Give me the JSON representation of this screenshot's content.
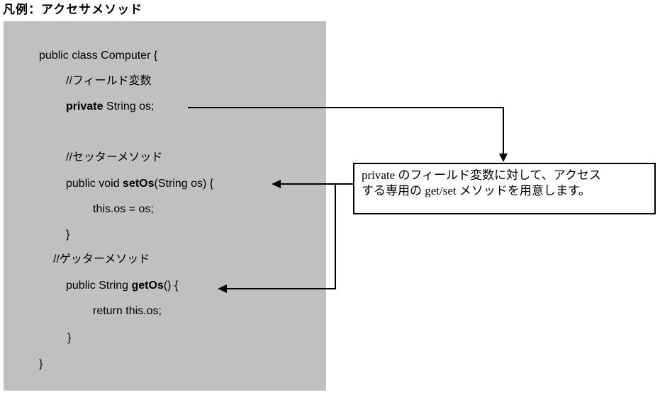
{
  "title": "凡例：アクセサメソッド",
  "colors": {
    "code_panel_bg": "#c0c0c0",
    "line_color": "#000000",
    "note_bg": "#ffffff",
    "note_border": "#000000",
    "text_color": "#000000",
    "page_bg": "#ffffff"
  },
  "code": {
    "lines": [
      {
        "pre": "public class Computer {"
      },
      {
        "pre": "//フィールド変数"
      },
      {
        "bold": "private",
        "post": " String os;"
      },
      {
        "pre": "//セッターメソッド"
      },
      {
        "pre": "public void ",
        "bold": "setOs",
        "post": "(String os) {"
      },
      {
        "pre": "this.os = os;"
      },
      {
        "pre": "}"
      },
      {
        "pre": "//ゲッターメソッド"
      },
      {
        "pre": "public String ",
        "bold": "getOs",
        "post": "() {"
      },
      {
        "pre": "return this.os;"
      },
      {
        "pre": "}"
      },
      {
        "pre": "}"
      }
    ]
  },
  "annotation": {
    "line1": "private のフィールド変数に対して、アクセス",
    "line2": "する専用の get/set メソッドを用意します。"
  }
}
